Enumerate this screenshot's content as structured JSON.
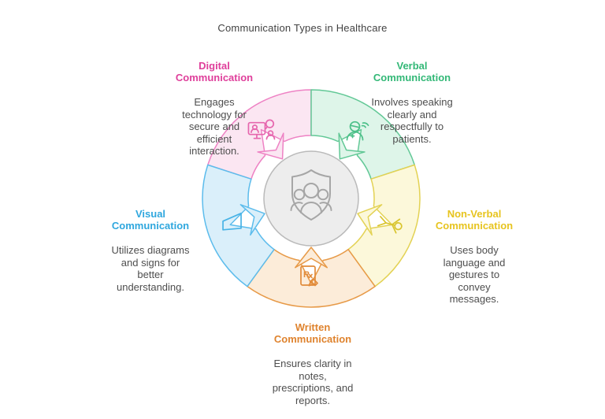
{
  "title": "Communication Types in Healthcare",
  "center": {
    "icon": "shield-people-icon",
    "fill": "#ededed",
    "stroke": "#bababa",
    "icon_color": "#a6a6a6"
  },
  "segments": [
    {
      "id": "digital",
      "heading": "Digital\nCommunication",
      "description": "Engages\ntechnology for\nsecure and\nefficient\ninteraction.",
      "heading_color": "#df3f9b",
      "stroke": "#ee82c4",
      "fill": "#fbe6f2",
      "icon": "video-call-icon",
      "icon_color": "#e667ae"
    },
    {
      "id": "verbal",
      "heading": "Verbal\nCommunication",
      "description": "Involves speaking\nclearly and\nrespectfully to\npatients.",
      "heading_color": "#33b877",
      "stroke": "#62c896",
      "fill": "#def5e9",
      "icon": "speaking-person-icon",
      "icon_color": "#4cc089"
    },
    {
      "id": "nonverbal",
      "heading": "Non-Verbal\nCommunication",
      "description": "Uses body\nlanguage and\ngestures to\nconvey\nmessages.",
      "heading_color": "#e7c41f",
      "stroke": "#e3d254",
      "fill": "#fcf8da",
      "icon": "gesture-icon",
      "icon_color": "#d9c52e"
    },
    {
      "id": "written",
      "heading": "Written\nCommunication",
      "description": "Ensures clarity in\nnotes,\nprescriptions, and\nreports.",
      "heading_color": "#df832e",
      "stroke": "#e79a48",
      "fill": "#fcecd9",
      "icon": "prescription-icon",
      "icon_color": "#e18b3a"
    },
    {
      "id": "visual",
      "heading": "Visual\nCommunication",
      "description": "Utilizes diagrams\nand signs for\nbetter\nunderstanding.",
      "heading_color": "#2fa7de",
      "stroke": "#5cbcec",
      "fill": "#daeffa",
      "icon": "diagram-icon",
      "icon_color": "#48b3e6"
    }
  ]
}
